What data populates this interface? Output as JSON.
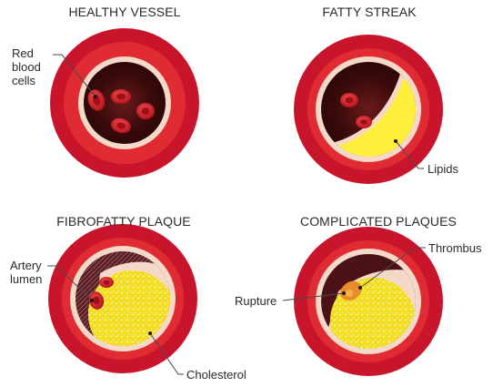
{
  "panels": {
    "healthy": {
      "title": "HEALTHY VESSEL",
      "label_red_blood_cells": "Red blood cells"
    },
    "fatty_streak": {
      "title": "FATTY STREAK",
      "label_lipids": "Lipids"
    },
    "fibrofatty": {
      "title": "FIBROFATTY PLAQUE",
      "label_lumen_line1": "Artery",
      "label_lumen_line2": "lumen",
      "label_cholesterol": "Cholesterol"
    },
    "complicated": {
      "title": "COMPLICATED PLAQUES",
      "label_thrombus": "Thrombus",
      "label_rupture": "Rupture"
    }
  },
  "labels_display": {
    "red_line1": "Red",
    "red_line2": "blood",
    "red_line3": "cells"
  },
  "colors": {
    "outer_wall": "#c9152b",
    "inner_wall": "#e12b33",
    "intima": "#f4d8c8",
    "lumen_dark": "#3b0b0b",
    "blood_cell": "#d3262e",
    "lipid_yellow": "#ffef3a",
    "cholesterol": "#f3dd1f",
    "thrombus": "#e88b2a"
  }
}
